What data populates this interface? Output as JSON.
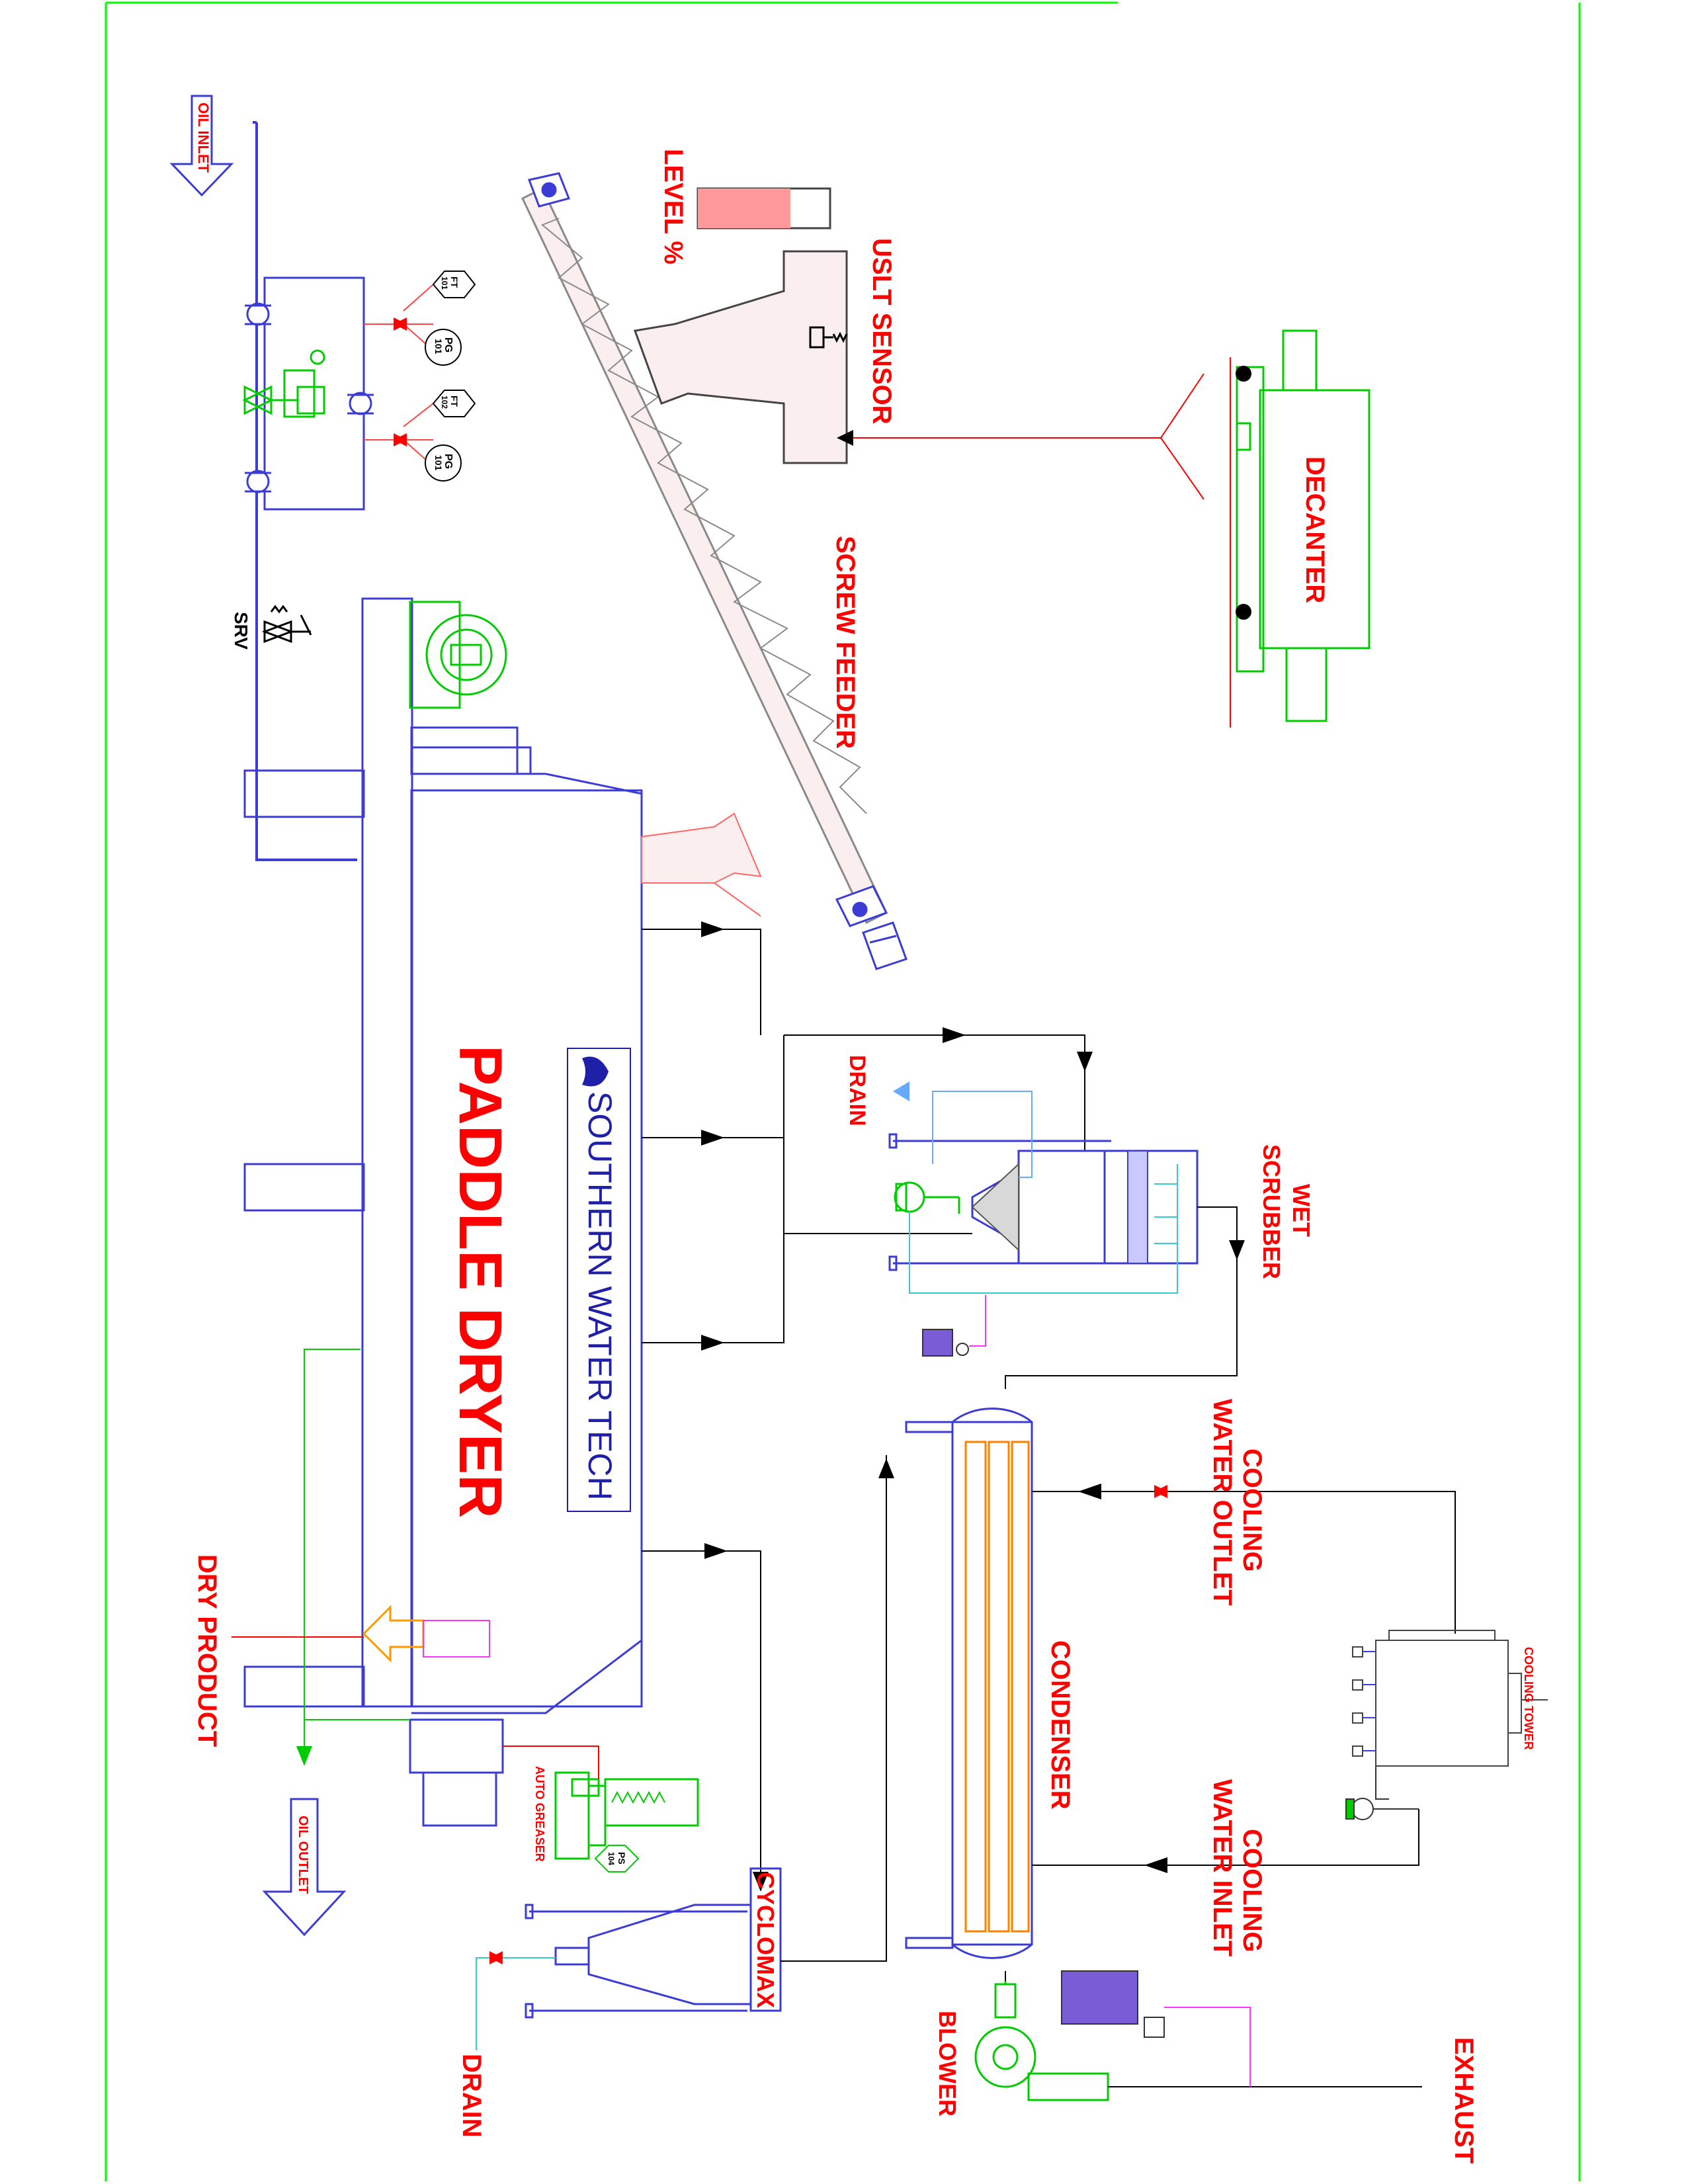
{
  "labels": {
    "oil_inlet": "OIL INLET",
    "level": "LEVEL %",
    "uslt_sensor": "USLT SENSOR",
    "decanter": "DECANTER",
    "screw_feeder": "SCREW FEEDER",
    "srv": "SRV",
    "paddle_dryer": "PADDLE DRYER",
    "brand": "SOUTHERN WATER TECH",
    "drain_scrubber": "DRAIN",
    "wet": "WET",
    "scrubber": "SCRUBBER",
    "cooling_outlet_1": "COOLING",
    "cooling_outlet_2": "WATER OUTLET",
    "cooling_tower": "COOLING TOWER",
    "condenser": "CONDENSER",
    "cooling_inlet_1": "COOLING",
    "cooling_inlet_2": "WATER INLET",
    "dry_product": "DRY PRODUCT",
    "oil_outlet": "OIL OUTLET",
    "auto_greaser": "AUTO GREASER",
    "cyclomax": "CYCLOMAX",
    "drain_cyclone": "DRAIN",
    "blower": "BLOWER",
    "exhaust": "EXHAUST"
  },
  "instrument_tags": {
    "ft_101": [
      "FT",
      "101"
    ],
    "pg_101_a": [
      "PG",
      "101"
    ],
    "ft_102": [
      "FT",
      "102"
    ],
    "pg_101_b": [
      "PG",
      "101"
    ],
    "ps_104": [
      "PS",
      "104"
    ]
  },
  "colors": {
    "label_red": "#ff0000",
    "equipment_blue": "#3b3bd6",
    "line_green": "#00cc00",
    "pipe_cyan": "#33cccc",
    "line_magenta": "#ff33ff",
    "coil_orange": "#ff8000",
    "screw_gray": "#8a8a8a",
    "border_green": "#00ff00"
  },
  "level_indicator_fill_fraction": 0.7
}
